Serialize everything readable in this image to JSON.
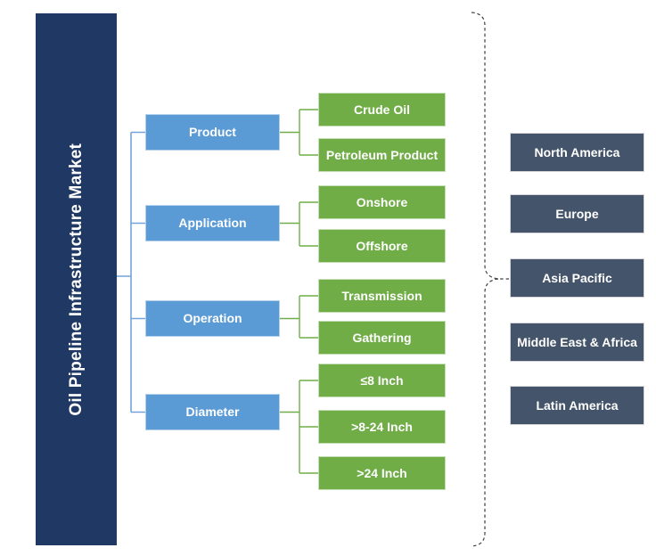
{
  "title": "Oil Pipeline Infrastructure Market",
  "colors": {
    "background": "#FFFFFF",
    "navy": "#1F3864",
    "blue": "#5B9BD5",
    "green": "#70AD47",
    "slate": "#44546A",
    "connector-blue": "#74A4D9",
    "connector-green": "#70AD47",
    "brace": "#404040"
  },
  "segments": [
    {
      "label": "Product",
      "children": [
        "Crude Oil",
        "Petroleum Product"
      ]
    },
    {
      "label": "Application",
      "children": [
        "Onshore",
        "Offshore"
      ]
    },
    {
      "label": "Operation",
      "children": [
        "Transmission",
        "Gathering"
      ]
    },
    {
      "label": "Diameter",
      "children": [
        "≤8 Inch",
        ">8-24 Inch",
        ">24 Inch"
      ]
    }
  ],
  "regions": [
    "North America",
    "Europe",
    "Asia Pacific",
    "Middle East & Africa",
    "Latin America"
  ]
}
